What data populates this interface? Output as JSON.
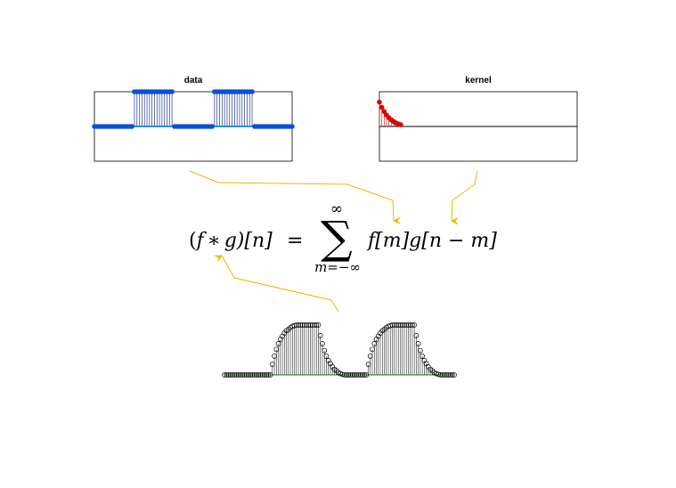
{
  "panels": {
    "data": {
      "title": "data",
      "stem_color": "#1f3a93",
      "marker_color": "#0a4fd6",
      "baseline_color": "#2a9fd6"
    },
    "kernel": {
      "title": "kernel",
      "stem_color": "#d62728",
      "marker_color": "#e00000",
      "baseline_color": "#000000"
    }
  },
  "equation": {
    "lhs_open": "(",
    "f": "f",
    "star": "∗",
    "g": "g",
    "lhs_close": ")[n]",
    "equals": "=",
    "sum_symbol": "∑",
    "upper_limit": "∞",
    "lower_limit": "m=−∞",
    "rhs": "f[m]g[n − m]"
  },
  "result": {
    "stem_color": "#000000",
    "marker_edge": "#000000",
    "baseline_color": "#22bb22"
  },
  "colors": {
    "arrow": "#f2b400"
  },
  "icons": {
    "arrow_data_to_f": "arrow-icon",
    "arrow_kernel_to_g": "arrow-icon",
    "arrow_result_to_lhs": "arrow-icon"
  },
  "chart_data": [
    {
      "type": "stem",
      "name": "data",
      "title": "data",
      "values": [
        0,
        0,
        0,
        0,
        0,
        0,
        0,
        0,
        0,
        0,
        0,
        0,
        0,
        0,
        0,
        0,
        1,
        1,
        1,
        1,
        1,
        1,
        1,
        1,
        1,
        1,
        1,
        1,
        1,
        1,
        1,
        1,
        0,
        0,
        0,
        0,
        0,
        0,
        0,
        0,
        0,
        0,
        0,
        0,
        0,
        0,
        0,
        0,
        1,
        1,
        1,
        1,
        1,
        1,
        1,
        1,
        1,
        1,
        1,
        1,
        1,
        1,
        1,
        1,
        0,
        0,
        0,
        0,
        0,
        0,
        0,
        0,
        0,
        0,
        0,
        0,
        0,
        0,
        0,
        0
      ],
      "ylim": [
        -1,
        1
      ]
    },
    {
      "type": "stem",
      "name": "kernel",
      "title": "kernel",
      "values": [
        0.7,
        0.55,
        0.43,
        0.33,
        0.25,
        0.19,
        0.14,
        0.1,
        0.07,
        0.05
      ],
      "ylim": [
        -1,
        1
      ]
    },
    {
      "type": "stem",
      "name": "result",
      "values": [
        0,
        0,
        0,
        0,
        0,
        0,
        0,
        0,
        0,
        0,
        0,
        0,
        0,
        0,
        0,
        0,
        0,
        0,
        0,
        0,
        0,
        0,
        0,
        0,
        0.17,
        0.3,
        0.41,
        0.5,
        0.57,
        0.62,
        0.67,
        0.71,
        0.73,
        0.76,
        0.78,
        0.79,
        0.8,
        0.8,
        0.8,
        0.8,
        0.8,
        0.8,
        0.8,
        0.8,
        0.8,
        0.8,
        0.8,
        0.8,
        0.63,
        0.5,
        0.39,
        0.3,
        0.23,
        0.18,
        0.13,
        0.09,
        0.07,
        0.04,
        0.02,
        0.01,
        0,
        0,
        0,
        0,
        0,
        0,
        0,
        0,
        0,
        0,
        0,
        0,
        0.17,
        0.3,
        0.41,
        0.5,
        0.57,
        0.62,
        0.67,
        0.71,
        0.73,
        0.76,
        0.78,
        0.79,
        0.8,
        0.8,
        0.8,
        0.8,
        0.8,
        0.8,
        0.8,
        0.8,
        0.8,
        0.8,
        0.8,
        0.8,
        0.63,
        0.5,
        0.39,
        0.3,
        0.23,
        0.18,
        0.13,
        0.09,
        0.07,
        0.04,
        0.02,
        0.01,
        0,
        0,
        0,
        0,
        0,
        0,
        0,
        0
      ]
    }
  ]
}
